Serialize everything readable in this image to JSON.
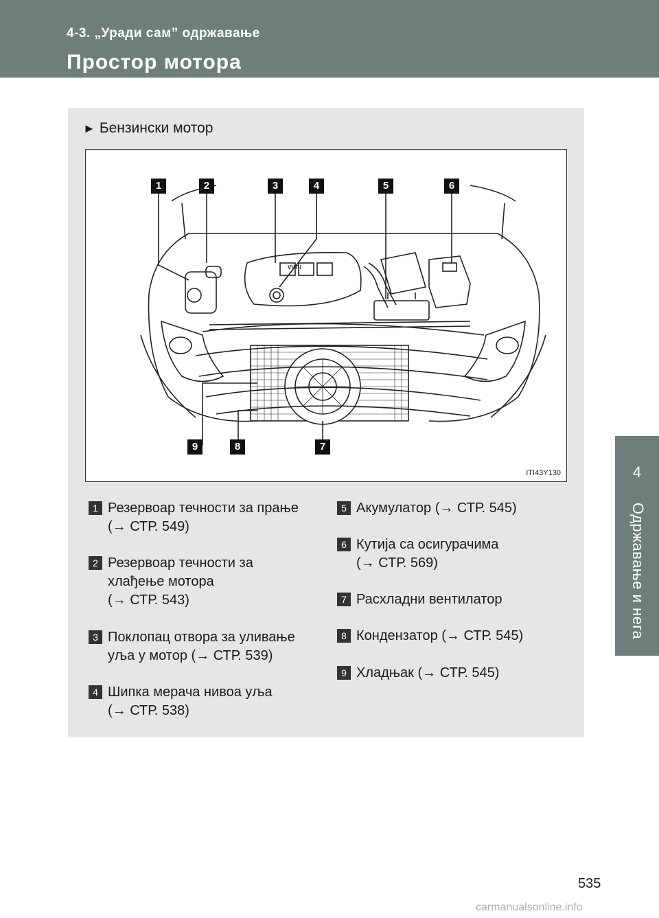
{
  "header": {
    "section": "4-3. „Уради сам” одржавање",
    "title": "Простор мотора"
  },
  "side_tab": {
    "chapter_number": "4",
    "chapter_label": "Одржавање и нега"
  },
  "panel": {
    "heading_arrow": "►",
    "heading": "Бензински мотор",
    "figure_code": "ITI43Y130",
    "engine_cover_text": "VVT-i",
    "callouts": [
      "1",
      "2",
      "3",
      "4",
      "5",
      "6",
      "7",
      "8",
      "9"
    ]
  },
  "legend": [
    {
      "num": "1",
      "lines": [
        "Резервоар течности за прање",
        "(→ СТР. 549)"
      ]
    },
    {
      "num": "2",
      "lines": [
        "Резервоар течности за",
        "хлађење мотора",
        "(→ СТР. 543)"
      ]
    },
    {
      "num": "3",
      "lines": [
        "Поклопац отвора за уливање",
        "уља у мотор (→ СТР. 539)"
      ]
    },
    {
      "num": "4",
      "lines": [
        "Шипка мерача нивоа уља",
        "(→ СТР. 538)"
      ]
    },
    {
      "num": "5",
      "lines": [
        "Акумулатор (→ СТР. 545)"
      ]
    },
    {
      "num": "6",
      "lines": [
        "Кутија са осигурачима",
        "(→ СТР. 569)"
      ]
    },
    {
      "num": "7",
      "lines": [
        "Расхладни вентилатор"
      ]
    },
    {
      "num": "8",
      "lines": [
        "Кондензатор (→ СТР. 545)"
      ]
    },
    {
      "num": "9",
      "lines": [
        "Хладњак (→ СТР. 545)"
      ]
    }
  ],
  "page_number": "535",
  "watermark": "carmanualsonline.info"
}
